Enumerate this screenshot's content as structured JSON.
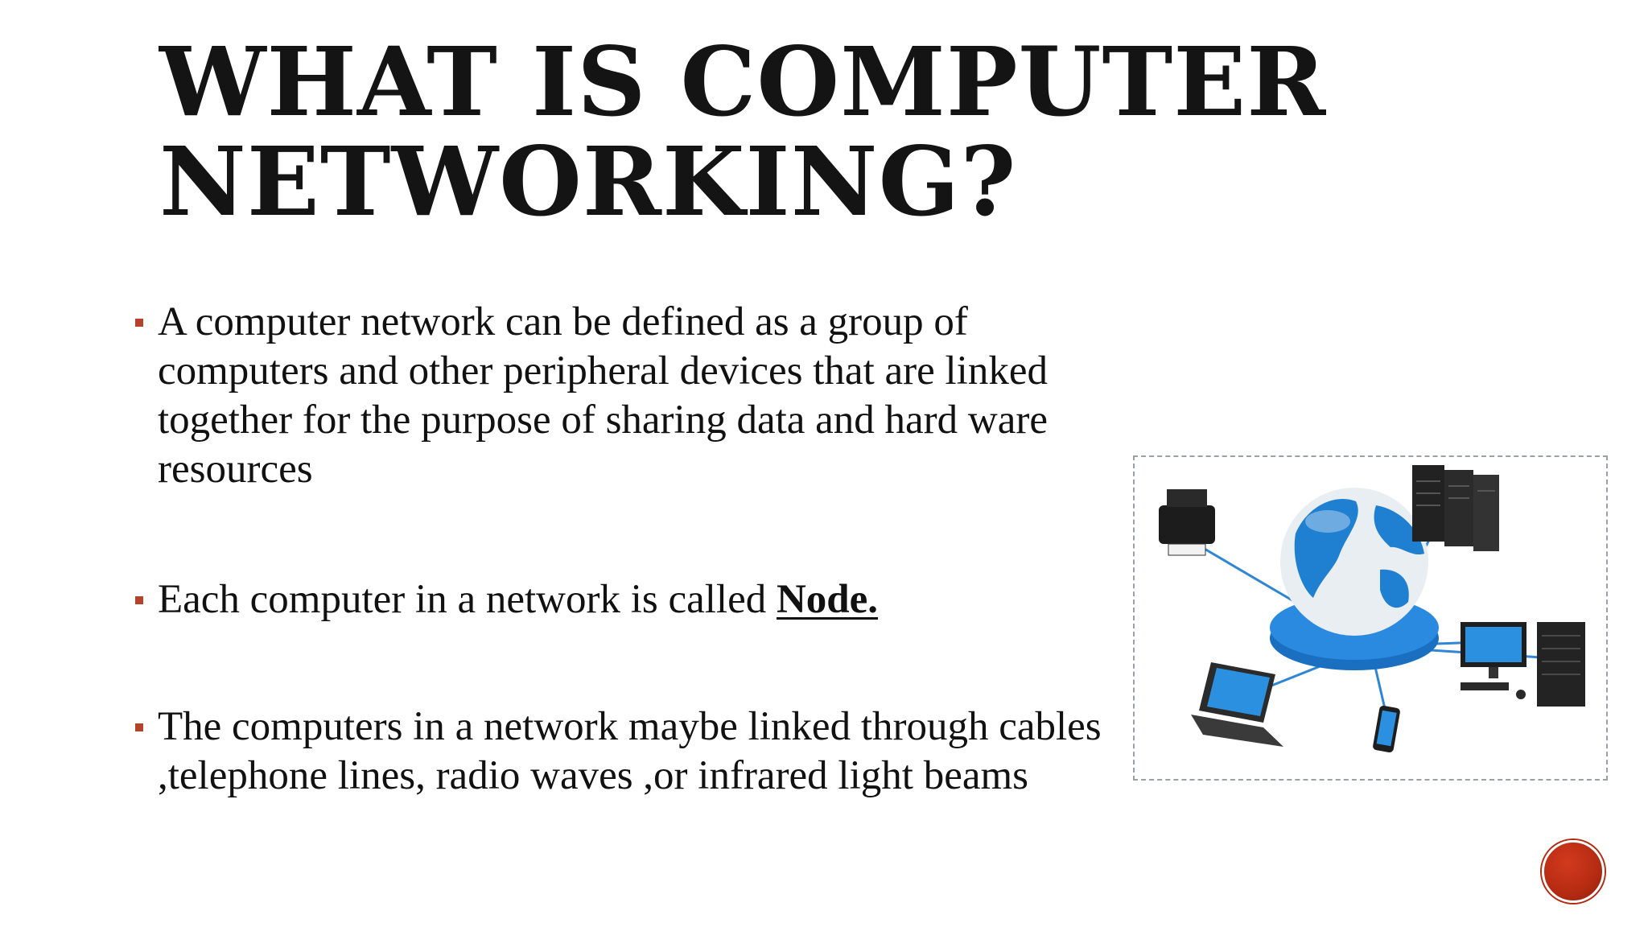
{
  "slide": {
    "title_lines": [
      "WHAT IS COMPUTER",
      "NETWORKING?"
    ],
    "bullets": [
      {
        "text": "A computer network can be defined as a group of computers and other  peripheral devices that are linked together for the purpose of sharing data and hard ware resources"
      },
      {
        "text_before": "Each computer in a network is called ",
        "term": "Node."
      },
      {
        "text": "The computers in a network maybe linked through cables ,telephone lines, radio waves ,or infrared light beams"
      }
    ],
    "figure": {
      "icon": "network-globe-illustration",
      "devices": [
        "printer",
        "server-rack",
        "laptop",
        "smartphone",
        "desktop-monitor",
        "tower-server"
      ]
    },
    "colors": {
      "bullet_marker": "#b5432b",
      "nav_button": "#b52b12",
      "globe_blue": "#1f7fd1",
      "title_text": "#141414"
    }
  }
}
